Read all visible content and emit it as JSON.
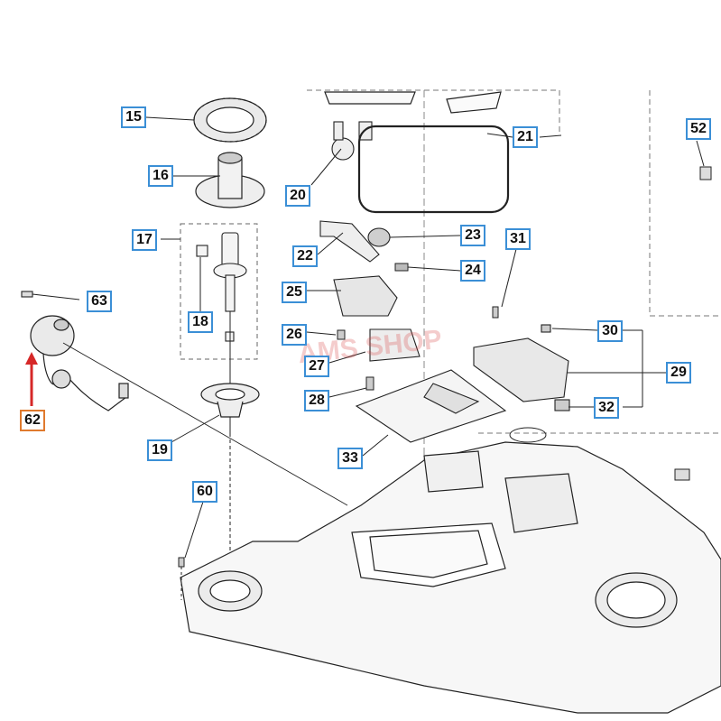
{
  "diagram": {
    "accent_color": "#3b8fd6",
    "highlight_color": "#e07a2e",
    "arrow_color": "#d62828",
    "line_color": "#222222",
    "watermark_text": "AMS SHOP",
    "highlighted_part": "62",
    "callouts": {
      "c15": "15",
      "c16": "16",
      "c17": "17",
      "c18": "18",
      "c19": "19",
      "c20": "20",
      "c21": "21",
      "c22": "22",
      "c23": "23",
      "c24": "24",
      "c25": "25",
      "c26": "26",
      "c27": "27",
      "c28": "28",
      "c29": "29",
      "c30": "30",
      "c31": "31",
      "c32": "32",
      "c33": "33",
      "c52": "52",
      "c60": "60",
      "c62": "62",
      "c63": "63"
    }
  }
}
